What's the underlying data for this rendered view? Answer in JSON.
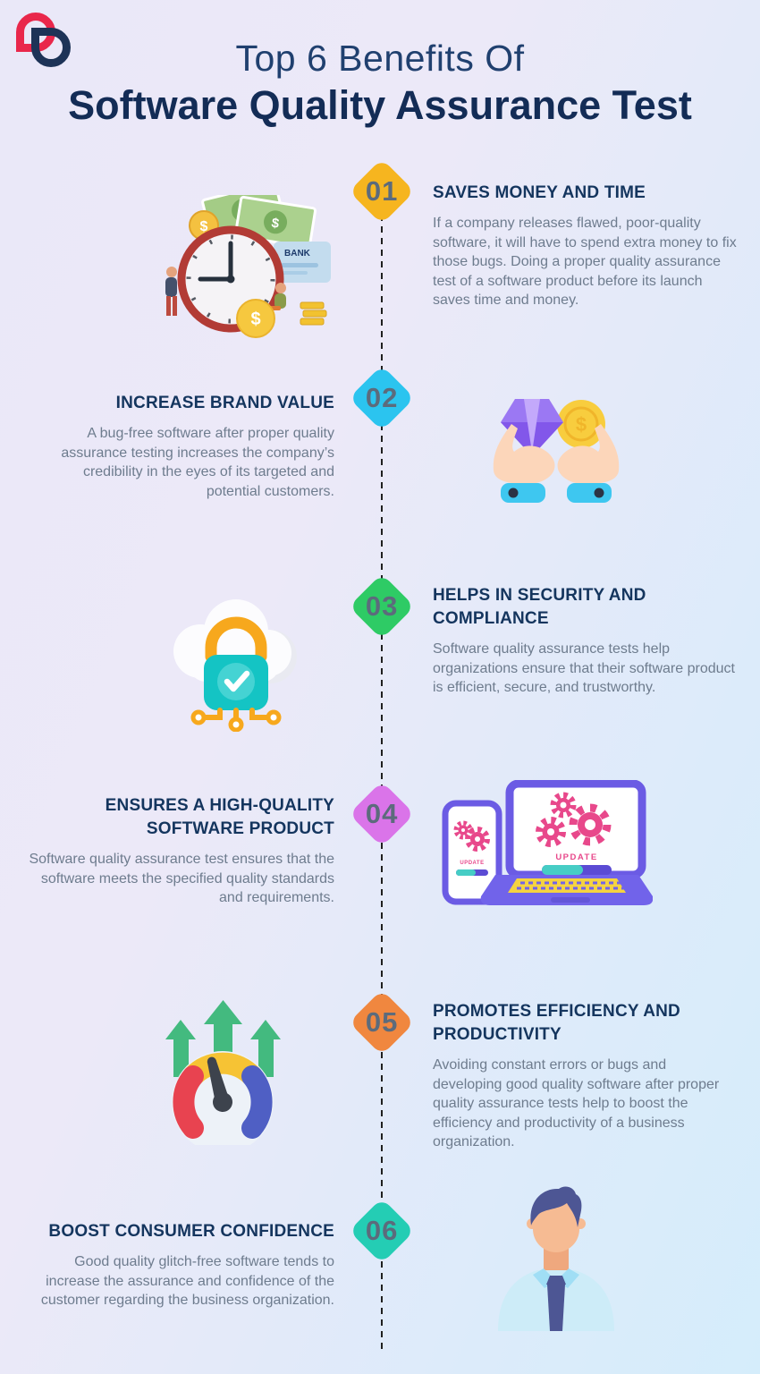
{
  "colors": {
    "background_left": "#eae8f8",
    "background_right": "#d5edfb",
    "timeline": "#1f1f1f",
    "title": "#132c56",
    "heading": "#14355e",
    "body_text": "#6e7c8e",
    "step_number": "#5c6b7c",
    "logo_red": "#e9274b",
    "logo_navy": "#1d3357"
  },
  "header": {
    "title_line1": "Top 6 Benefits Of",
    "title_line2": "Software Quality Assurance Test"
  },
  "items": [
    {
      "number": "01",
      "color": "#f6b51f",
      "side": "right",
      "illustration": "money-clock",
      "title": "SAVES MONEY AND TIME",
      "body": "If a company releases flawed, poor-quality software, it will have to spend extra money to fix those bugs. Doing a proper quality assurance test of a software product before its launch saves time and money."
    },
    {
      "number": "02",
      "color": "#2bc4ef",
      "side": "left",
      "illustration": "hands-gem-coin",
      "title": "INCREASE BRAND VALUE",
      "body": "A bug-free software after proper quality assurance testing increases the company’s credibility in the eyes of its targeted and potential customers."
    },
    {
      "number": "03",
      "color": "#2ecb65",
      "side": "right",
      "illustration": "cloud-lock",
      "title": "HELPS IN SECURITY AND COMPLIANCE",
      "body": "Software quality assurance tests help organizations ensure that their software product is efficient, secure, and trustworthy."
    },
    {
      "number": "04",
      "color": "#da74e9",
      "side": "left",
      "illustration": "device-update",
      "title": "ENSURES A HIGH-QUALITY SOFTWARE PRODUCT",
      "body": "Software quality assurance test ensures that the software meets the specified quality standards and requirements."
    },
    {
      "number": "05",
      "color": "#f0873f",
      "side": "right",
      "illustration": "speedometer-growth",
      "title": "PROMOTES EFFICIENCY AND PRODUCTIVITY",
      "body": "Avoiding constant errors or bugs and developing good quality software after proper quality assurance tests help to boost the efficiency and productivity of a business organization."
    },
    {
      "number": "06",
      "color": "#24cdb4",
      "side": "left",
      "illustration": "businessman-avatar",
      "title": "BOOST CONSUMER CONFIDENCE",
      "body": "Good quality glitch-free software tends to increase the assurance and confidence of the customer regarding the business organization."
    }
  ],
  "illustrations": {
    "bank_label": "BANK",
    "update_label": "UPDATE",
    "currency_symbol": "$"
  }
}
